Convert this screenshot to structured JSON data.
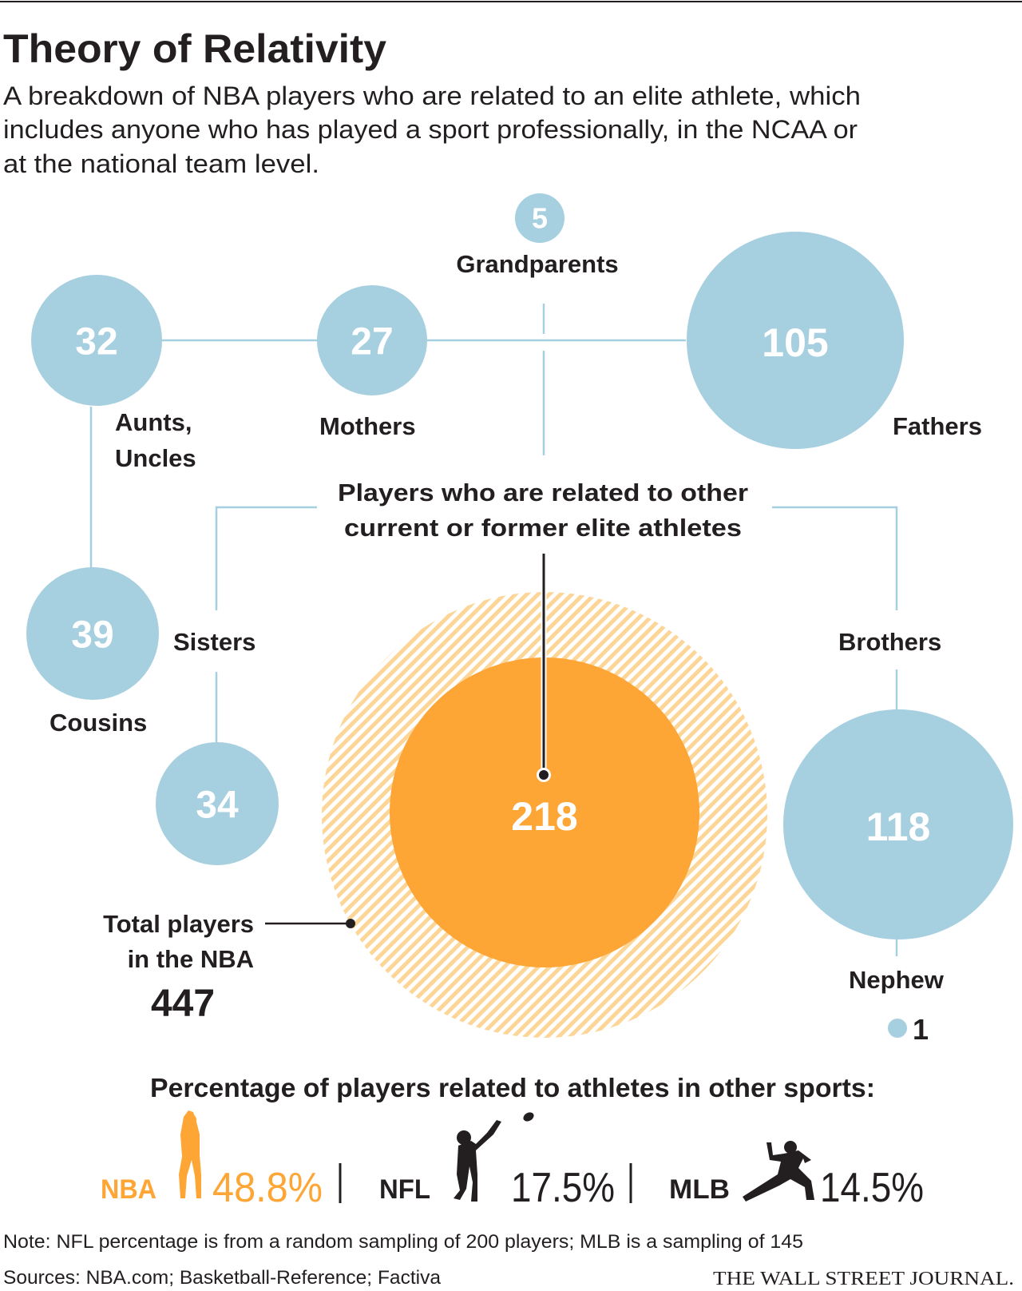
{
  "header": {
    "title": "Theory of Relativity",
    "subtitle_lines": [
      "A breakdown of NBA players who are related to an elite athlete, which",
      "includes anyone who has played a sport professionally, in the NCAA or",
      "at the national team level."
    ]
  },
  "relatives": {
    "grandparents": {
      "label": "Grandparents",
      "value": "5"
    },
    "aunts_uncles": {
      "label_lines": [
        "Aunts,",
        "Uncles"
      ],
      "value": "32"
    },
    "mothers": {
      "label": "Mothers",
      "value": "27"
    },
    "fathers": {
      "label": "Fathers",
      "value": "105"
    },
    "cousins": {
      "label": "Cousins",
      "value": "39"
    },
    "sisters": {
      "label": "Sisters",
      "value": "34"
    },
    "brothers": {
      "label": "Brothers",
      "value": "118"
    },
    "nephew": {
      "label": "Nephew",
      "value": "1"
    }
  },
  "center": {
    "label_lines": [
      "Players who are related to other",
      "current or former elite athletes"
    ],
    "value": "218",
    "total_label_lines": [
      "Total players",
      "in the NBA"
    ],
    "total_value": "447"
  },
  "sports": {
    "heading": "Percentage of players related to athletes in other sports:",
    "items": [
      {
        "name": "NBA",
        "percent": "48.8%",
        "icon": "basketball-player-icon",
        "color": "#fda535"
      },
      {
        "name": "NFL",
        "percent": "17.5%",
        "icon": "football-player-icon",
        "color": "#231f20"
      },
      {
        "name": "MLB",
        "percent": "14.5%",
        "icon": "baseball-pitcher-icon",
        "color": "#231f20"
      }
    ]
  },
  "footer": {
    "note": "Note: NFL percentage is from a random sampling of 200 players; MLB is a sampling of 145",
    "sources": "Sources: NBA.com; Basketball-Reference; Factiva",
    "brand": "THE WALL STREET JOURNAL."
  },
  "colors": {
    "blue": "#a6cfe0",
    "orange": "#fda535",
    "hatch": "#fcd597",
    "text": "#231f20"
  }
}
